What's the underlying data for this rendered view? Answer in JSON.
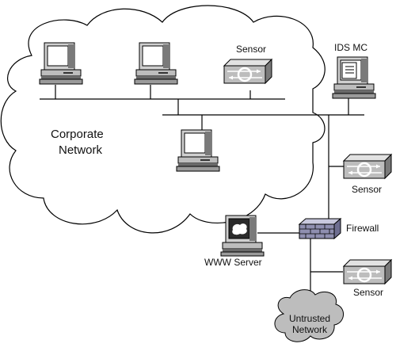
{
  "diagram": {
    "corporate_network": {
      "line1": "Corporate",
      "line2": "Network"
    },
    "sensor_inside": "Sensor",
    "ids_mc": "IDS MC",
    "sensor_right_top": "Sensor",
    "firewall": "Firewall",
    "www_server": "WWW Server",
    "sensor_right_bottom": "Sensor",
    "untrusted_network": {
      "line1": "Untrusted",
      "line2": "Network"
    }
  },
  "colors": {
    "line": "#000000",
    "device_light": "#d4d4d4",
    "device_mid": "#9a9a9a",
    "device_dark": "#5a5a5a",
    "screen": "#ffffff",
    "cloud_fill": "#ffffff",
    "untrusted_cloud_fill": "#bdbdbd",
    "firewall": "#8f8fb0"
  }
}
